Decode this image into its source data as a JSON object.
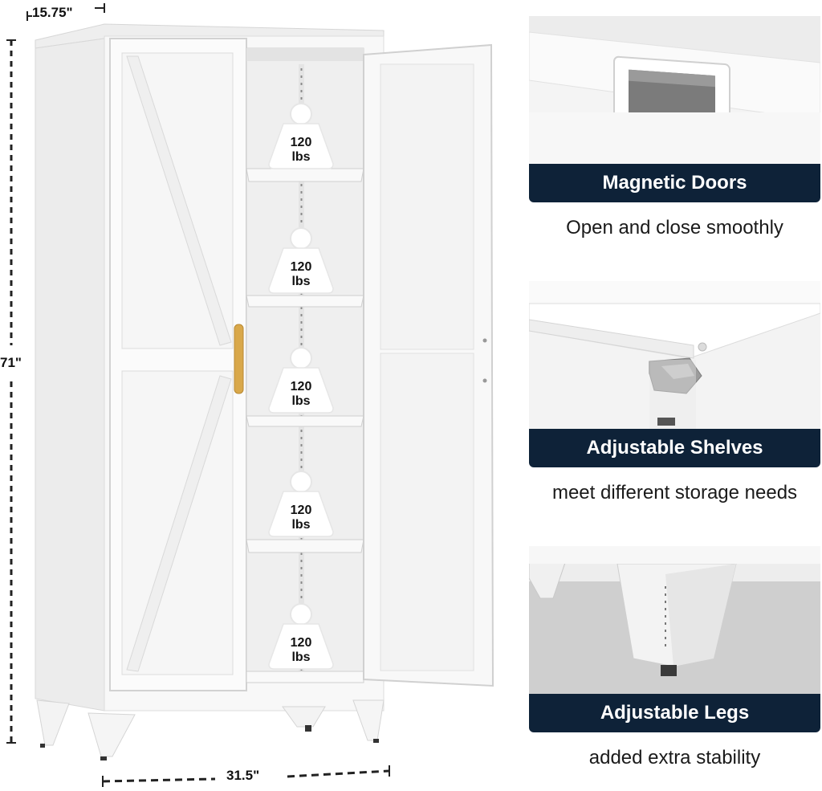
{
  "dimensions": {
    "depth": "15.75\"",
    "height": "71\"",
    "width": "31.5\""
  },
  "shelf_capacity": {
    "value": "120",
    "unit": "lbs",
    "count": 5
  },
  "features": [
    {
      "title": "Magnetic Doors",
      "caption": "Open and close smoothly",
      "icon": "magnet-latch-photo"
    },
    {
      "title": "Adjustable Shelves",
      "caption": "meet different storage needs",
      "icon": "shelf-clip-photo"
    },
    {
      "title": "Adjustable Legs",
      "caption": "added extra stability",
      "icon": "leg-leveler-photo"
    }
  ],
  "colors": {
    "banner": "#0e2238",
    "cabinet": "#f7f7f7",
    "handle": "#d9a84a"
  }
}
